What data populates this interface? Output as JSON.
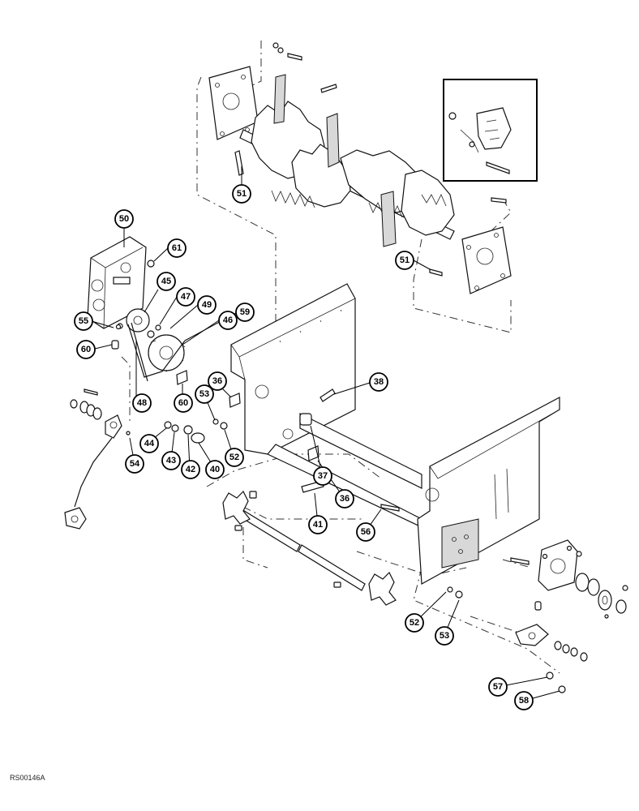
{
  "figure": {
    "reference_code": "RS00146A"
  },
  "callouts": [
    {
      "id": "c51a",
      "label": "51"
    },
    {
      "id": "c51b",
      "label": "51"
    },
    {
      "id": "c50",
      "label": "50"
    },
    {
      "id": "c61",
      "label": "61"
    },
    {
      "id": "c45",
      "label": "45"
    },
    {
      "id": "c47",
      "label": "47"
    },
    {
      "id": "c49",
      "label": "49"
    },
    {
      "id": "c59",
      "label": "59"
    },
    {
      "id": "c55",
      "label": "55"
    },
    {
      "id": "c46",
      "label": "46"
    },
    {
      "id": "c60a",
      "label": "60"
    },
    {
      "id": "c48",
      "label": "48"
    },
    {
      "id": "c36a",
      "label": "36"
    },
    {
      "id": "c38",
      "label": "38"
    },
    {
      "id": "c53a",
      "label": "53"
    },
    {
      "id": "c60b",
      "label": "60"
    },
    {
      "id": "c44",
      "label": "44"
    },
    {
      "id": "c43",
      "label": "43"
    },
    {
      "id": "c42",
      "label": "42"
    },
    {
      "id": "c40",
      "label": "40"
    },
    {
      "id": "c52a",
      "label": "52"
    },
    {
      "id": "c54",
      "label": "54"
    },
    {
      "id": "c37",
      "label": "37"
    },
    {
      "id": "c36b",
      "label": "36"
    },
    {
      "id": "c41",
      "label": "41"
    },
    {
      "id": "c56",
      "label": "56"
    },
    {
      "id": "c52b",
      "label": "52"
    },
    {
      "id": "c53b",
      "label": "53"
    },
    {
      "id": "c57",
      "label": "57"
    },
    {
      "id": "c58",
      "label": "58"
    }
  ]
}
